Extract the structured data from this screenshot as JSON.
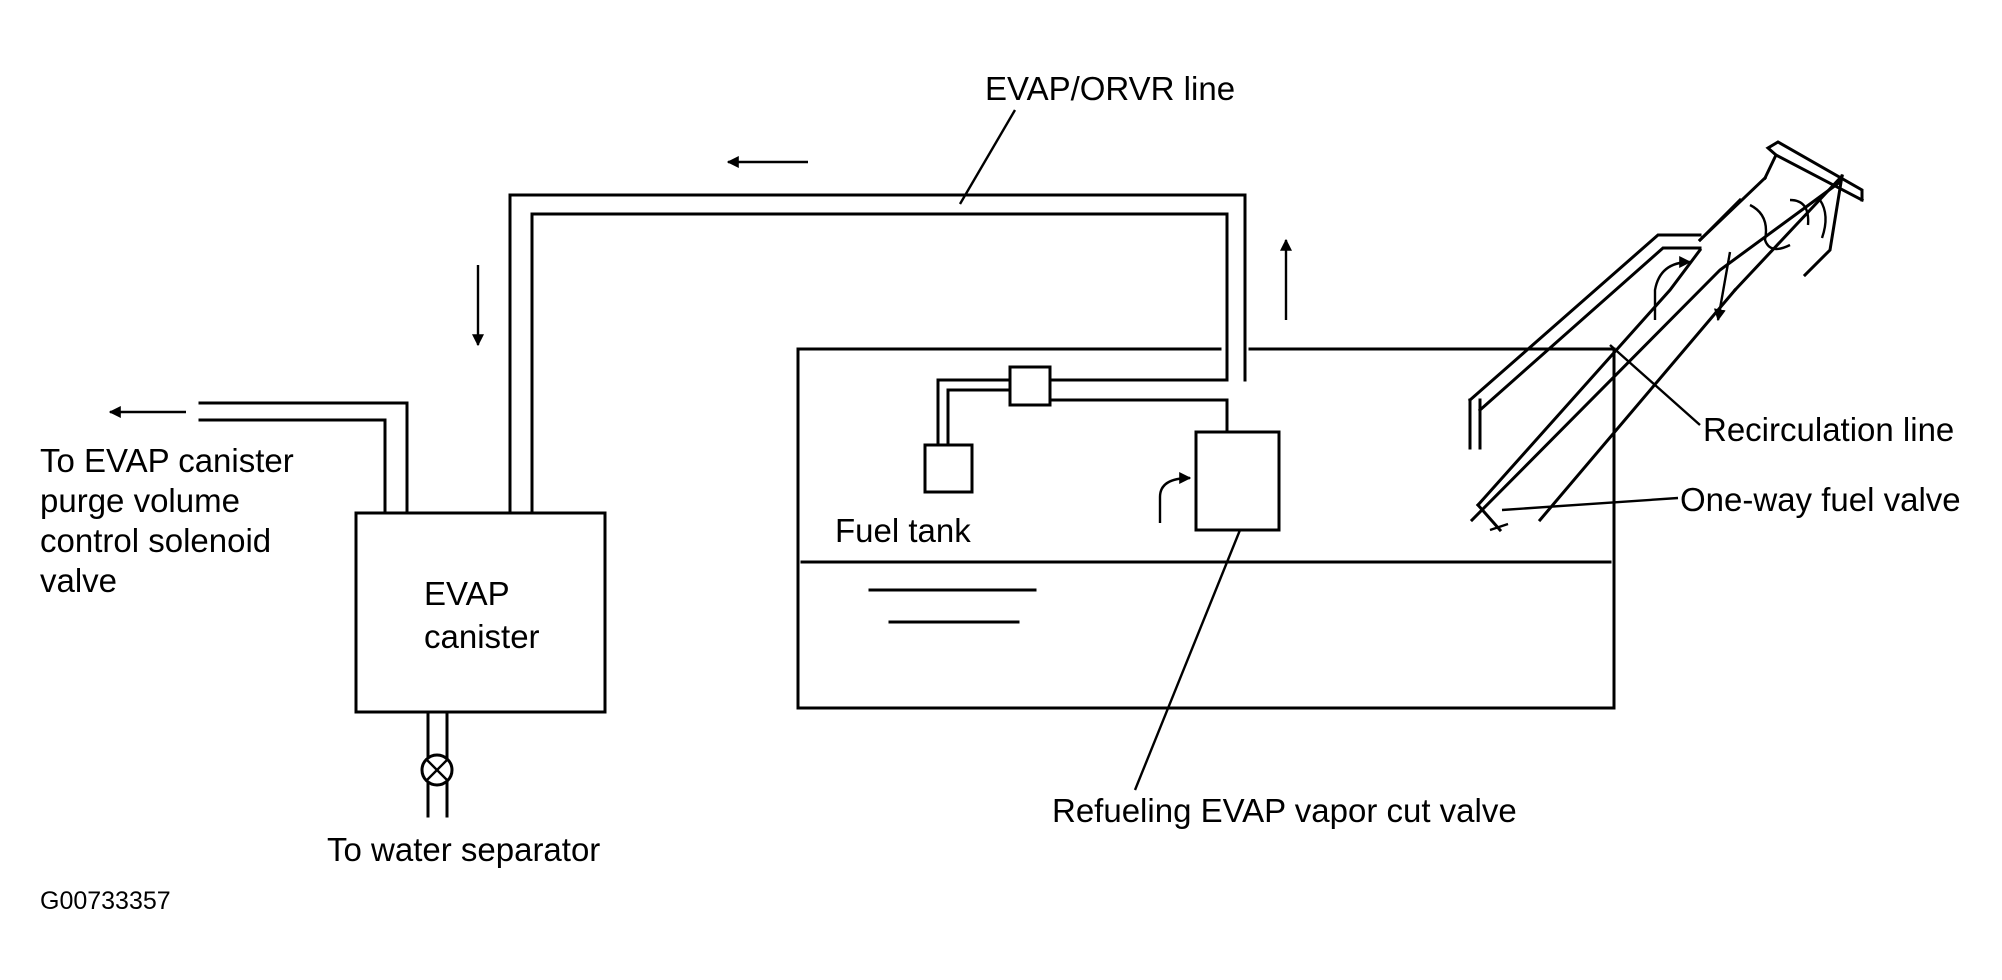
{
  "labels": {
    "evap_orvr_line": "EVAP/ORVR line",
    "purge_line_1": "To EVAP canister",
    "purge_line_2": "purge volume",
    "purge_line_3": "control solenoid",
    "purge_line_4": "valve",
    "canister_line_1": "EVAP",
    "canister_line_2": "canister",
    "water_separator": "To water separator",
    "fuel_tank": "Fuel tank",
    "vapor_cut_valve": "Refueling EVAP vapor cut valve",
    "recirculation_line": "Recirculation line",
    "one_way_fuel_valve": "One-way fuel valve"
  },
  "figure_code": "G00733357"
}
